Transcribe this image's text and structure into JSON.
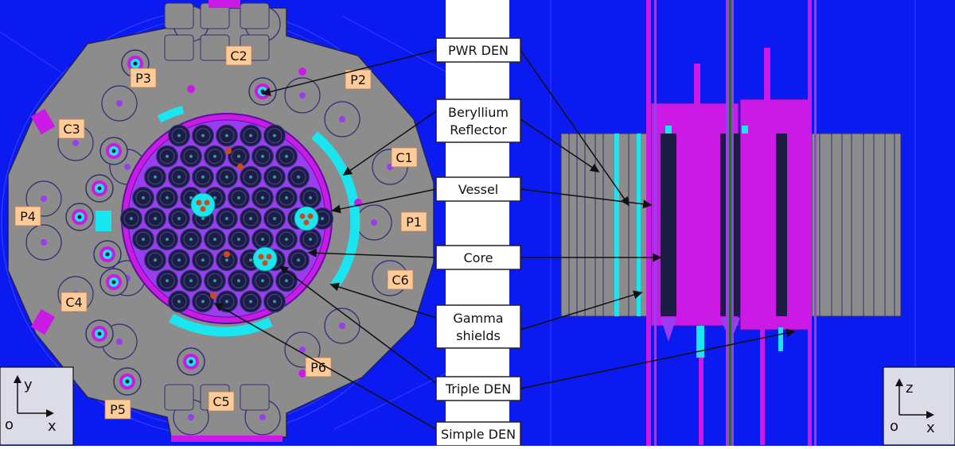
{
  "callouts": [
    {
      "id": "pwr-den",
      "lines": [
        "PWR DEN"
      ]
    },
    {
      "id": "beryllium-reflector",
      "lines": [
        "Beryllium",
        "Reflector"
      ]
    },
    {
      "id": "vessel",
      "lines": [
        "Vessel"
      ]
    },
    {
      "id": "core",
      "lines": [
        "Core"
      ]
    },
    {
      "id": "gamma-shields",
      "lines": [
        "Gamma",
        "shields"
      ]
    },
    {
      "id": "triple-den",
      "lines": [
        "Triple DEN"
      ]
    },
    {
      "id": "simple-den",
      "lines": [
        "Simple DEN"
      ]
    }
  ],
  "position_tags": [
    "C2",
    "P3",
    "P2",
    "C3",
    "C1",
    "P4",
    "P1",
    "C6",
    "C4",
    "P6",
    "P5",
    "C5"
  ],
  "axes": {
    "left": {
      "vertical": "y",
      "horizontal": "x",
      "origin": "o"
    },
    "right": {
      "vertical": "z",
      "horizontal": "x",
      "origin": "o"
    }
  },
  "colors": {
    "background_blue": "#0a1af0",
    "reflector_gray": "#8c8c8c",
    "magenta": "#cc1ae6",
    "violet": "#9a3cf0",
    "cyan": "#19e6f0",
    "core_dark": "#1c1c44",
    "tag_orange": "#ffcc99"
  }
}
